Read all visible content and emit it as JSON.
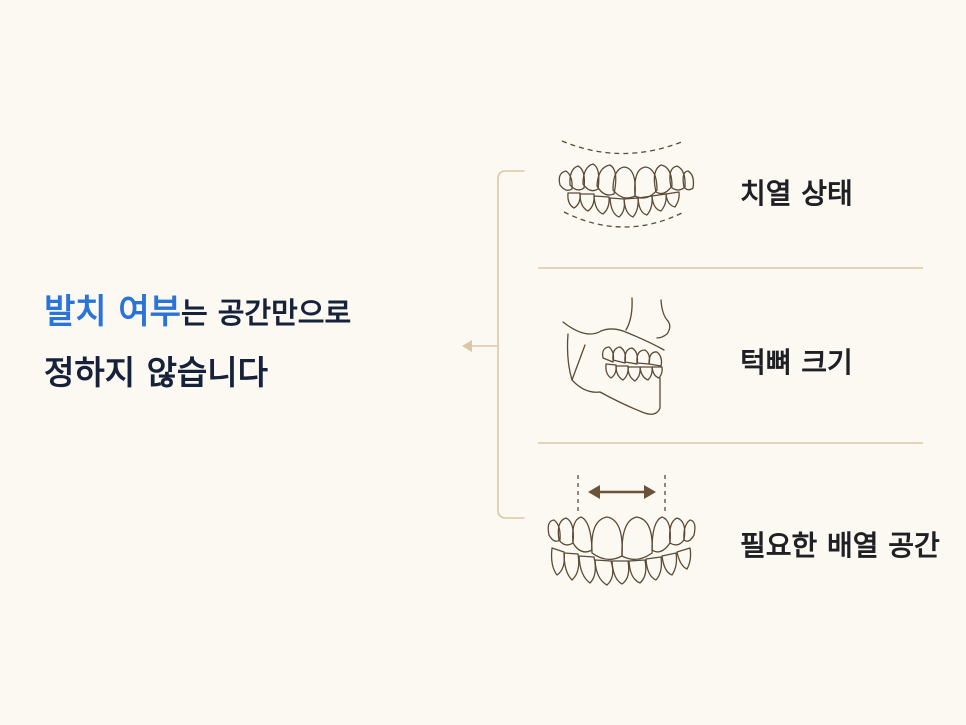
{
  "headline": {
    "highlight": "발치 여부",
    "rest_line1": "는 공간만으로",
    "line2": "정하지 않습니다"
  },
  "factors": [
    {
      "label": "치열 상태",
      "icon": "dental-arch-icon"
    },
    {
      "label": "턱뼈 크기",
      "icon": "jaw-profile-icon"
    },
    {
      "label": "필요한 배열 공간",
      "icon": "arch-space-icon"
    }
  ],
  "colors": {
    "background": "#fcf9f3",
    "highlight": "#2a73d9",
    "text": "#16213a",
    "line": "#dcc7a4",
    "sketch": "#5a4a36",
    "arrow": "#6b5238"
  }
}
